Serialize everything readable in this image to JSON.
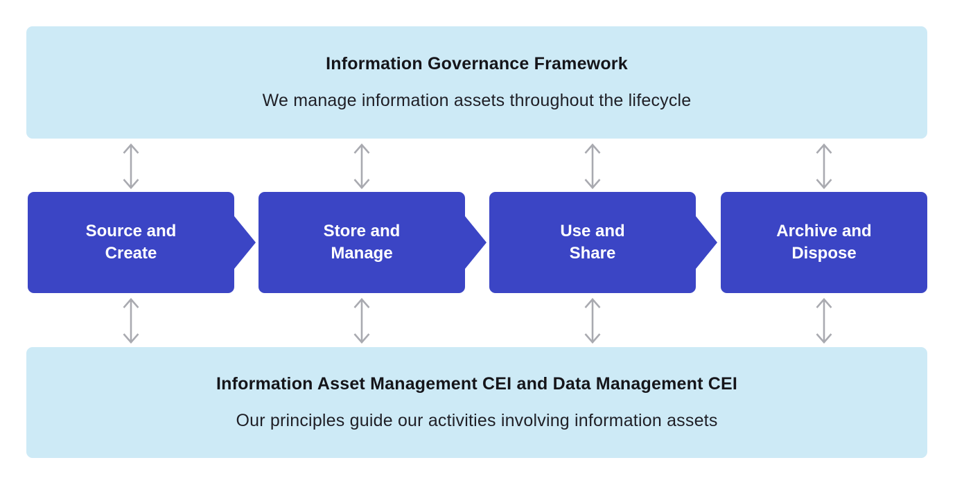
{
  "diagram": {
    "top_banner": {
      "title": "Information Governance Framework",
      "subtitle": "We manage information assets throughout the lifecycle"
    },
    "stages": [
      {
        "line1": "Source and",
        "line2": "Create"
      },
      {
        "line1": "Store and",
        "line2": "Manage"
      },
      {
        "line1": "Use and",
        "line2": "Share"
      },
      {
        "line1": "Archive and",
        "line2": "Dispose"
      }
    ],
    "bottom_banner": {
      "title": "Information Asset Management CEI and Data Management CEI",
      "subtitle": "Our principles guide our activities involving information assets"
    },
    "icons": {
      "connector": "bidirectional-vertical-arrow",
      "stage_pointer": "right-chevron-pointer"
    },
    "colors": {
      "banner_background": "#cdeaf6",
      "stage_background": "#3b45c5",
      "connector_gray": "#a9aab0",
      "heading_text": "#15151a",
      "stage_text": "#ffffff",
      "page_background": "#ffffff"
    }
  }
}
